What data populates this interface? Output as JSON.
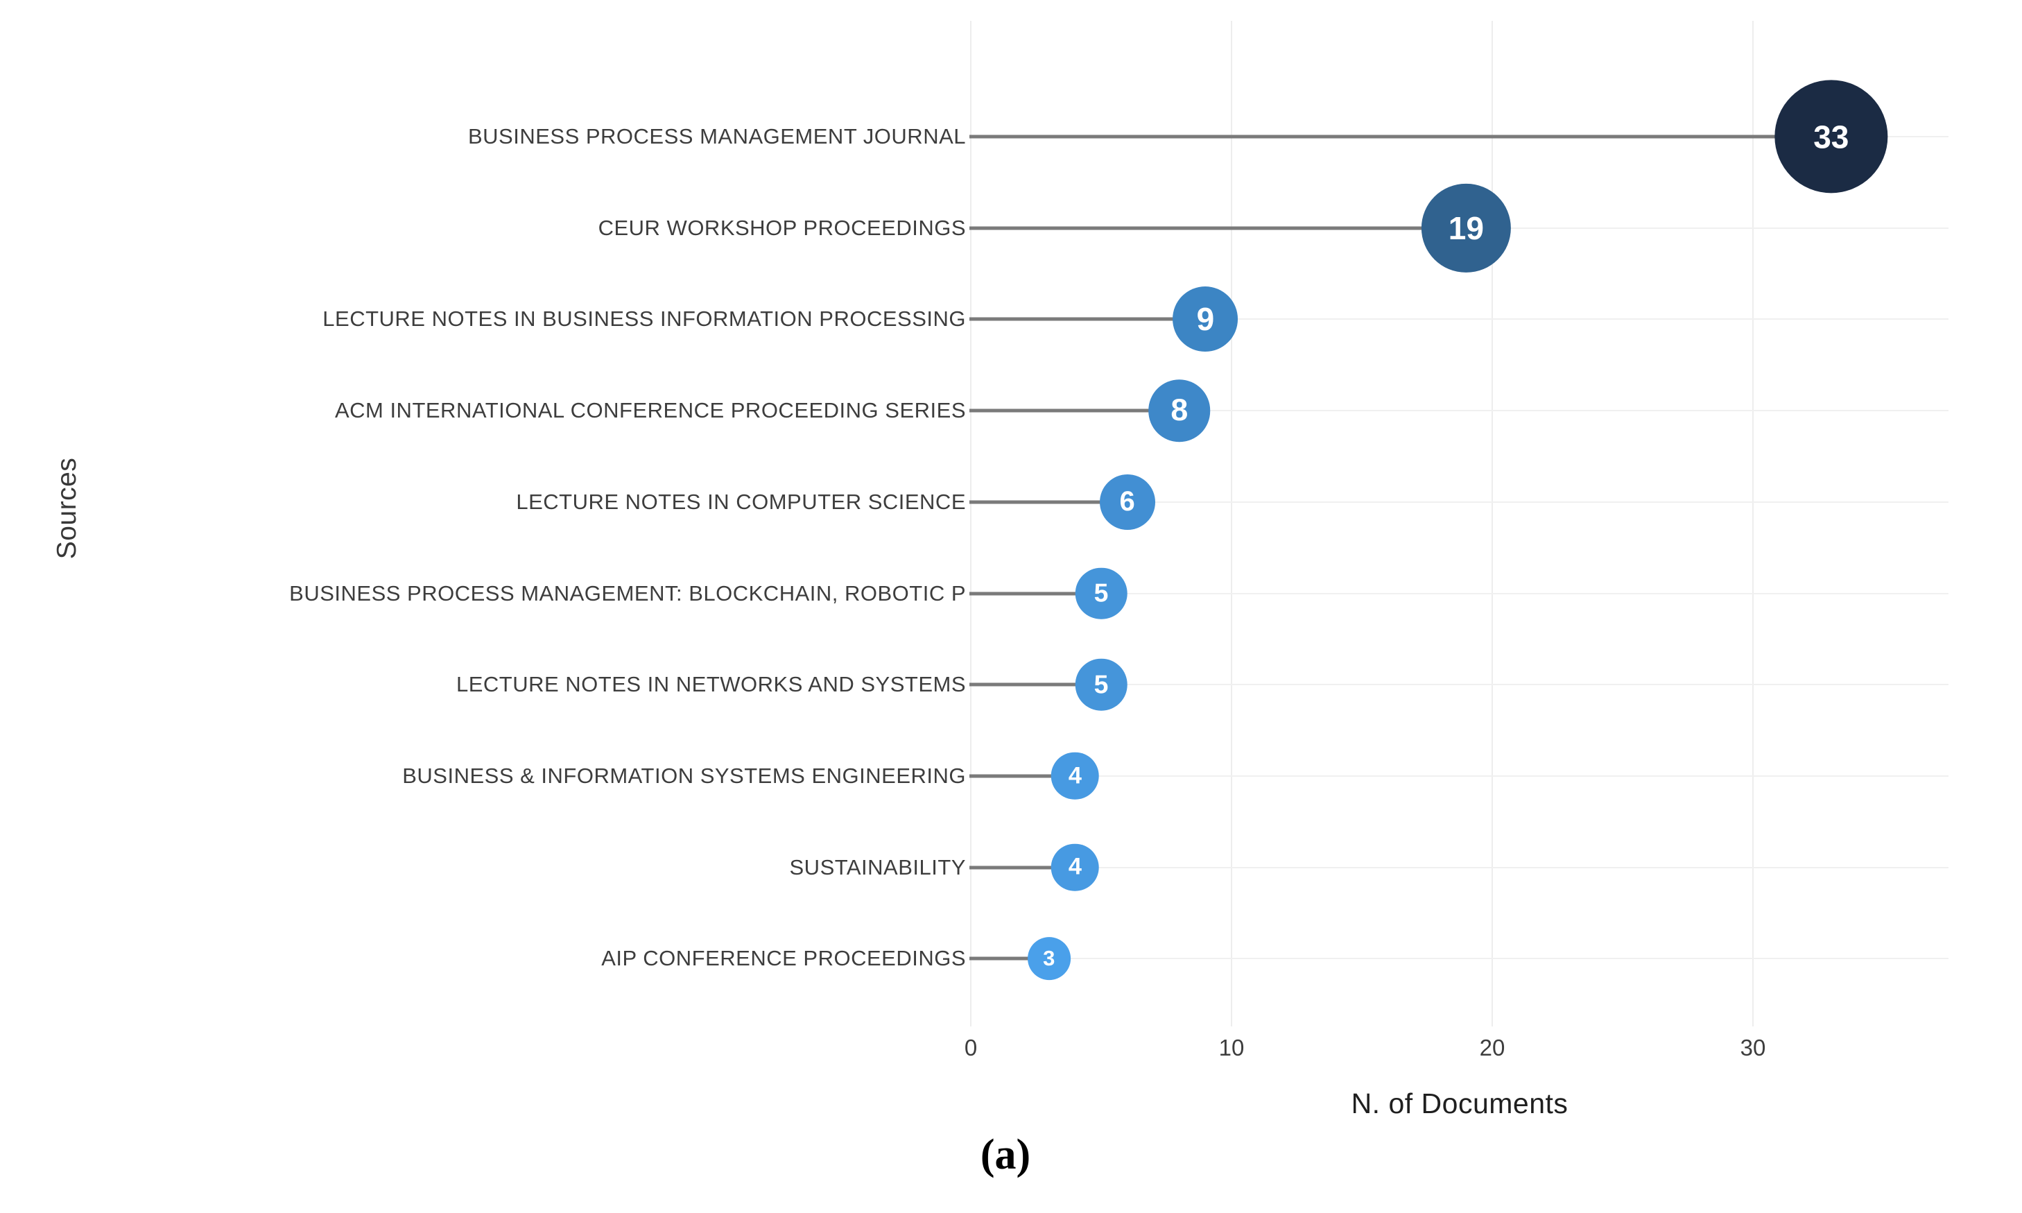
{
  "chart_data": {
    "type": "scatter",
    "variant": "horizontal-lollipop-bubble",
    "xlabel": "N. of Documents",
    "ylabel": "Sources",
    "xticks": [
      0,
      10,
      20,
      30
    ],
    "xlim": [
      0,
      37.5
    ],
    "grid": true,
    "legend_position": "none",
    "points": [
      {
        "label": "BUSINESS PROCESS MANAGEMENT JOURNAL",
        "value": 33,
        "color": "#1b2b44"
      },
      {
        "label": "CEUR WORKSHOP PROCEEDINGS",
        "value": 19,
        "color": "#30628f"
      },
      {
        "label": "LECTURE NOTES IN BUSINESS INFORMATION PROCESSING",
        "value": 9,
        "color": "#3c85c4"
      },
      {
        "label": "ACM INTERNATIONAL CONFERENCE PROCEEDING SERIES",
        "value": 8,
        "color": "#3e88c9"
      },
      {
        "label": "LECTURE NOTES IN COMPUTER SCIENCE",
        "value": 6,
        "color": "#428fd3"
      },
      {
        "label": "BUSINESS PROCESS MANAGEMENT: BLOCKCHAIN, ROBOTIC P",
        "value": 5,
        "color": "#4595da"
      },
      {
        "label": "LECTURE NOTES IN NETWORKS AND SYSTEMS",
        "value": 5,
        "color": "#4595da"
      },
      {
        "label": "BUSINESS & INFORMATION SYSTEMS ENGINEERING",
        "value": 4,
        "color": "#479ae2"
      },
      {
        "label": "SUSTAINABILITY",
        "value": 4,
        "color": "#479ae2"
      },
      {
        "label": "AIP CONFERENCE PROCEEDINGS",
        "value": 3,
        "color": "#4aa0ea"
      }
    ]
  },
  "caption": "(a)",
  "style": {
    "leader_line_color": "#7a7a7a",
    "vgrid_color": "#ededed",
    "hgrid_color": "#f0f0f0",
    "label_color": "#3d3d3d",
    "tick_color": "#3d3d3d",
    "axis_title_color": "#1f1f1f",
    "bubble_text_color": "#ffffff",
    "background_color": "#ffffff"
  }
}
